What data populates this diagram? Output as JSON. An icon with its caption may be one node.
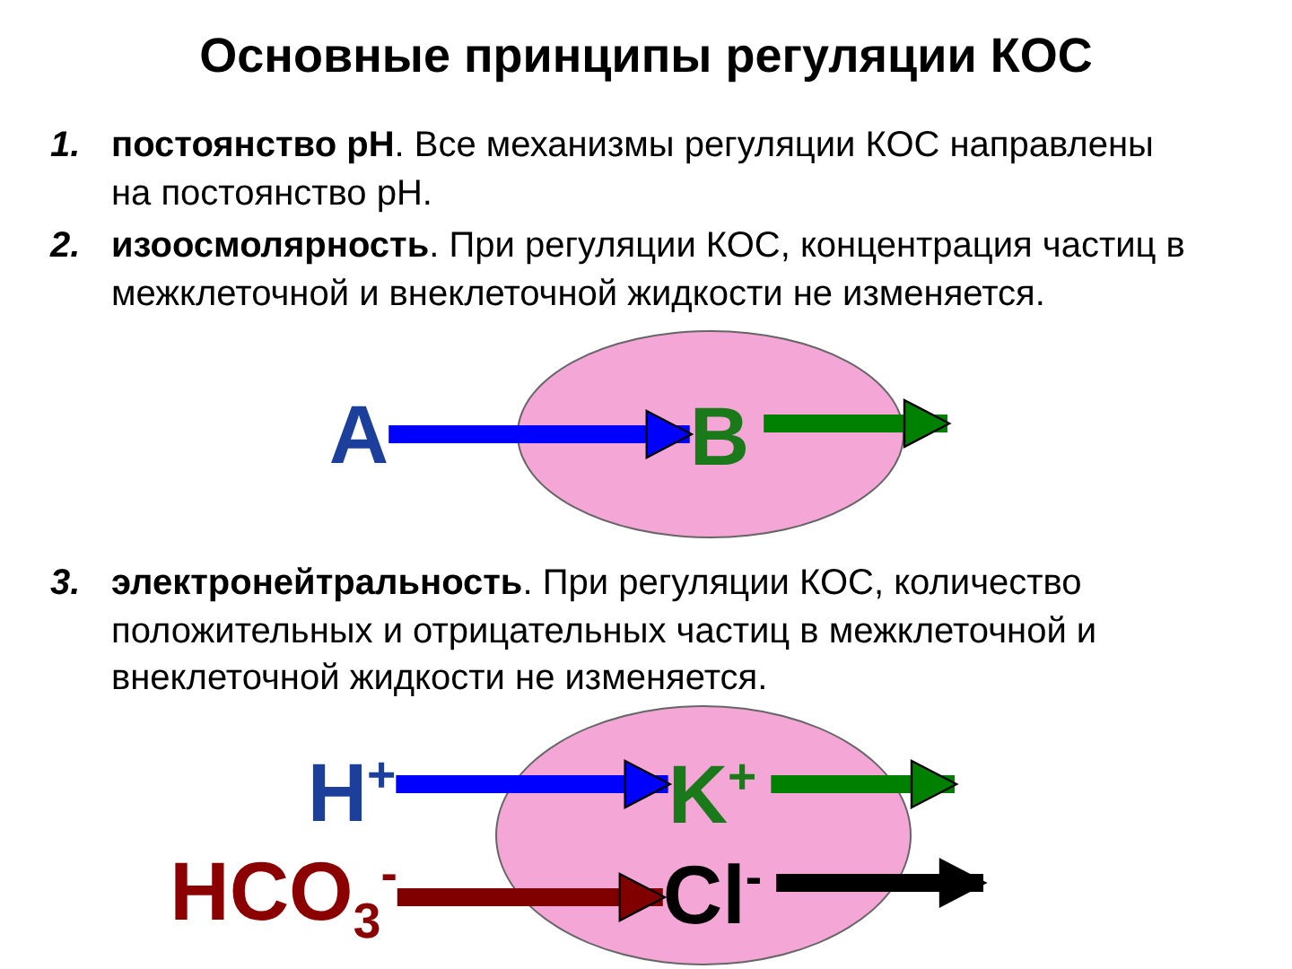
{
  "diagram": {
    "title": "Основные принципы регуляции КОС",
    "nodes": [
      {
        "text": [],
        "shape": "ellipse"
      },
      {
        "text": [
          "A"
        ]
      },
      {
        "text": [
          "B"
        ],
        "in": 0
      },
      {
        "text": [],
        "shape": "ellipse"
      },
      {
        "text": [
          "H$^{+}$"
        ]
      },
      {
        "text": [
          "K$^{+}$"
        ],
        "in": 3
      },
      {
        "text": [
          "HCO$_{3}$$^{-}$"
        ]
      },
      {
        "text": [
          "Cl$^{-}$"
        ],
        "in": 3
      }
    ],
    "edges": [
      {
        "from": 1,
        "to": 2,
        "arrow": "to",
        "color": "#0000ff"
      },
      {
        "from": 2,
        "to": null,
        "arrow": "to",
        "color": "#008000"
      },
      {
        "from": 4,
        "to": 5,
        "arrow": "to",
        "color": "#0000ff"
      },
      {
        "from": 5,
        "to": null,
        "arrow": "to",
        "color": "#008000"
      },
      {
        "from": 6,
        "to": 7,
        "arrow": "to",
        "color": "#800000"
      },
      {
        "from": 7,
        "to": null,
        "arrow": "to",
        "color": "#000000"
      }
    ],
    "labels": [
      "1.",
      "**постоянство рН**. Все механизмы регуляции КОС направлены на постоянство рН.",
      "2.",
      "**изоосмолярность**. При регуляции КОС, концентрация частиц в межклеточной и внеклеточной жидкости не изменяется.",
      "3.",
      "**электронейтральность**. При регуляции КОС, количество положительных и отрицательных частиц в межклеточной и внеклеточной жидкости не изменяется."
    ]
  }
}
